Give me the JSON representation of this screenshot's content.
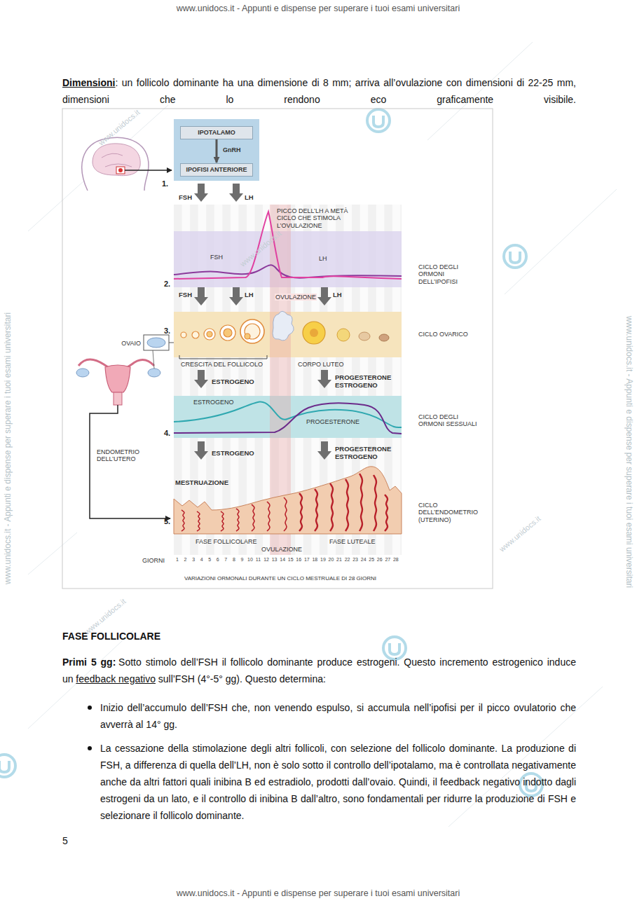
{
  "diagram": {
    "caption": "VARIAZIONI ORMONALI DURANTE UN CICLO MESTRUALE DI 28 GIORNI",
    "nodes": [
      {
        "text": [
          "IPOTALAMO"
        ]
      },
      {
        "text": [
          "IPOFISI ANTERIORE"
        ]
      }
    ],
    "edges": [
      {
        "from": 0,
        "to": 1,
        "label": "GnRH",
        "arrow": "to"
      }
    ],
    "labels": [
      "www.unidocs.it - Appunti e dispense per superare i tuoi esami universitari",
      "Dimensioni",
      ": un follicolo dominante ha una dimensione di 8 mm; arriva all’ovulazione con dimensioni di 22-25 mm, dimensioni che lo rendono eco graficamente visibile.",
      "1.",
      "FSH",
      "LH",
      "PICCO DELL’LH A METÀ CICLO CHE STIMOLA L’OVULAZIONE",
      "FSH",
      "LH",
      "2.",
      "CICLO DEGLI ORMONI DELL’IPOFISI",
      "FSH",
      "LH",
      "OVULAZIONE",
      "LH",
      "3.",
      "OVAIO",
      "CICLO OVARICO",
      "CRESCITA DEL FOLLICOLO",
      "CORPO LUTEO",
      "ESTROGENO",
      "PROGESTERONE ESTROGENO",
      "ESTROGENO",
      "PROGESTERONE",
      "4.",
      "CICLO DEGLI ORMONI SESSUALI",
      "ENDOMETRIO DELL’UTERO",
      "ESTROGENO",
      "PROGESTERONE ESTROGENO",
      "MESTRUAZIONE",
      "5.",
      "CICLO DELL’ENDOMETRIO (UTERINO)",
      "FASE FOLLICOLARE",
      "OVULAZIONE",
      "FASE LUTEALE",
      "GIORNI",
      "1",
      "2",
      "3",
      "4",
      "5",
      "6",
      "7",
      "8",
      "9",
      "10",
      "11",
      "12",
      "13",
      "14",
      "15",
      "16",
      "17",
      "18",
      "19",
      "20",
      "21",
      "22",
      "23",
      "24",
      "25",
      "26",
      "27",
      "28",
      "FASE FOLLICOLARE",
      "Primi 5 gg:",
      "Sotto stimolo dell’FSH il follicolo dominante produce estrogeni. Questo incremento estrogenico induce un",
      "feedback negativo",
      "sull’FSH (4°-5° gg). Questo determina:",
      "Inizio dell’accumulo dell’FSH che, non venendo espulso, si accumula nell’ipofisi per il picco ovulatorio che avverrà al 14° gg.",
      "La cessazione della stimolazione degli altri follicoli, con selezione del follicolo dominante. La produzione di FSH, a differenza di quella dell’LH, non è solo sotto il controllo dell’ipotalamo, ma è controllata negativamente anche da altri fattori quali inibina B ed estradiolo, prodotti dall’ovaio. Quindi, il feedback negativo indotto dagli estrogeni da un lato, e il controllo di inibina B dall’altro, sono fondamentali per ridurre la produzione di FSH e selezionare il follicolo dominante.",
      "5",
      "www.unidocs.it - Appunti e dispense per superare i tuoi esami universitari",
      "www.unidocs.it - Appunti e dispense per superare i tuoi esami universitari",
      "www.unidocs.it - Appunti e dispense per superare i tuoi esami universitari",
      "www.unidocs.it",
      "www.unidocs.it",
      "www.unidocs.it",
      "www.unidocs.it"
    ]
  }
}
